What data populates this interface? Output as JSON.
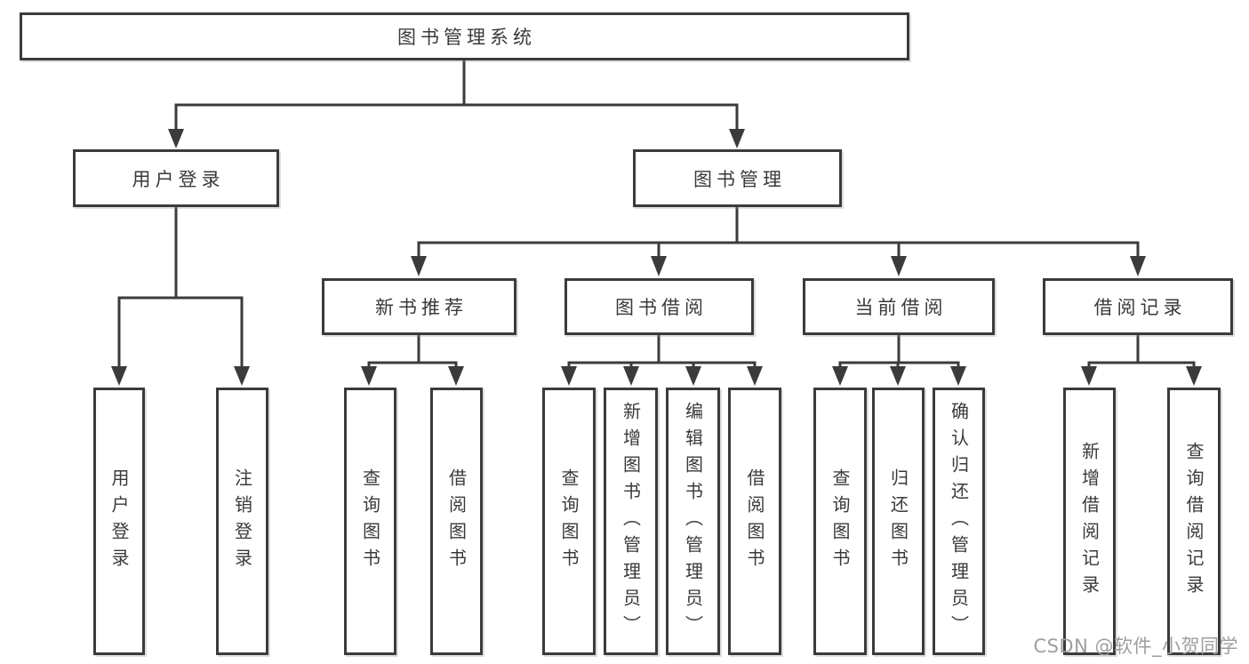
{
  "diagram": {
    "root": {
      "label": "图书管理系统"
    },
    "level1": [
      {
        "label": "用户登录"
      },
      {
        "label": "图书管理"
      }
    ],
    "level2": [
      {
        "label": "新书推荐",
        "parent": "图书管理"
      },
      {
        "label": "图书借阅",
        "parent": "图书管理"
      },
      {
        "label": "当前借阅",
        "parent": "图书管理"
      },
      {
        "label": "借阅记录",
        "parent": "图书管理"
      }
    ],
    "leaves": [
      {
        "label": "用户登录",
        "parent": "用户登录"
      },
      {
        "label": "注销登录",
        "parent": "用户登录"
      },
      {
        "label": "查询图书",
        "parent": "新书推荐"
      },
      {
        "label": "借阅图书",
        "parent": "新书推荐"
      },
      {
        "label": "查询图书",
        "parent": "图书借阅"
      },
      {
        "label": "新增图书（管理员）",
        "parent": "图书借阅"
      },
      {
        "label": "编辑图书（管理员）",
        "parent": "图书借阅"
      },
      {
        "label": "借阅图书",
        "parent": "图书借阅"
      },
      {
        "label": "查询图书",
        "parent": "当前借阅"
      },
      {
        "label": "归还图书",
        "parent": "当前借阅"
      },
      {
        "label": "确认归还（管理员）",
        "parent": "当前借阅"
      },
      {
        "label": "新增借阅记录",
        "parent": "借阅记录"
      },
      {
        "label": "查询借阅记录",
        "parent": "借阅记录"
      }
    ],
    "watermark": "CSDN @软件_小贺同学",
    "colors": {
      "line": "#3b3b3b",
      "text": "#3a3a3a",
      "watermark": "#9e9e9e",
      "background": "#ffffff"
    }
  }
}
